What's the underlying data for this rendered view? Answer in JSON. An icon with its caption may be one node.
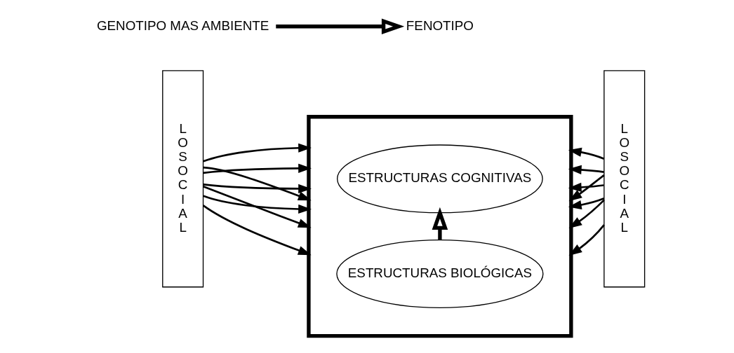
{
  "diagram": {
    "nodes": [
      {
        "text": [
          "L O S O C I A L"
        ]
      },
      {
        "text": [],
        "shape": "box"
      },
      {
        "text": [
          "ESTRUCTURAS COGNITIVAS"
        ],
        "in": 1
      },
      {
        "text": [
          "ESTRUCTURAS BIOLÓGICAS"
        ],
        "in": 1
      },
      {
        "text": [
          "L O S O C I A L"
        ]
      },
      {
        "text": [
          "GENOTIPO MAS AMBIENTE"
        ]
      },
      {
        "text": [
          "FENOTIPO"
        ]
      }
    ],
    "edges": [
      {
        "from": 0,
        "to": 1,
        "arrow": "to"
      },
      {
        "from": 0,
        "to": 1,
        "arrow": "to"
      },
      {
        "from": 0,
        "to": 1,
        "arrow": "to"
      },
      {
        "from": 0,
        "to": 1,
        "arrow": "to"
      },
      {
        "from": 0,
        "to": 1,
        "arrow": "to"
      },
      {
        "from": 0,
        "to": 1,
        "arrow": "to"
      },
      {
        "from": 0,
        "to": 1,
        "arrow": "to"
      },
      {
        "from": 4,
        "to": 1,
        "arrow": "to"
      },
      {
        "from": 4,
        "to": 1,
        "arrow": "to"
      },
      {
        "from": 4,
        "to": 1,
        "arrow": "to"
      },
      {
        "from": 4,
        "to": 1,
        "arrow": "to"
      },
      {
        "from": 4,
        "to": 1,
        "arrow": "to"
      },
      {
        "from": 4,
        "to": 1,
        "arrow": "to"
      },
      {
        "from": 4,
        "to": 1,
        "arrow": "to"
      },
      {
        "from": 3,
        "to": 2,
        "arrow": "to",
        "style": "thick"
      },
      {
        "from": 5,
        "to": 6,
        "arrow": "to",
        "style": "thick"
      }
    ]
  }
}
